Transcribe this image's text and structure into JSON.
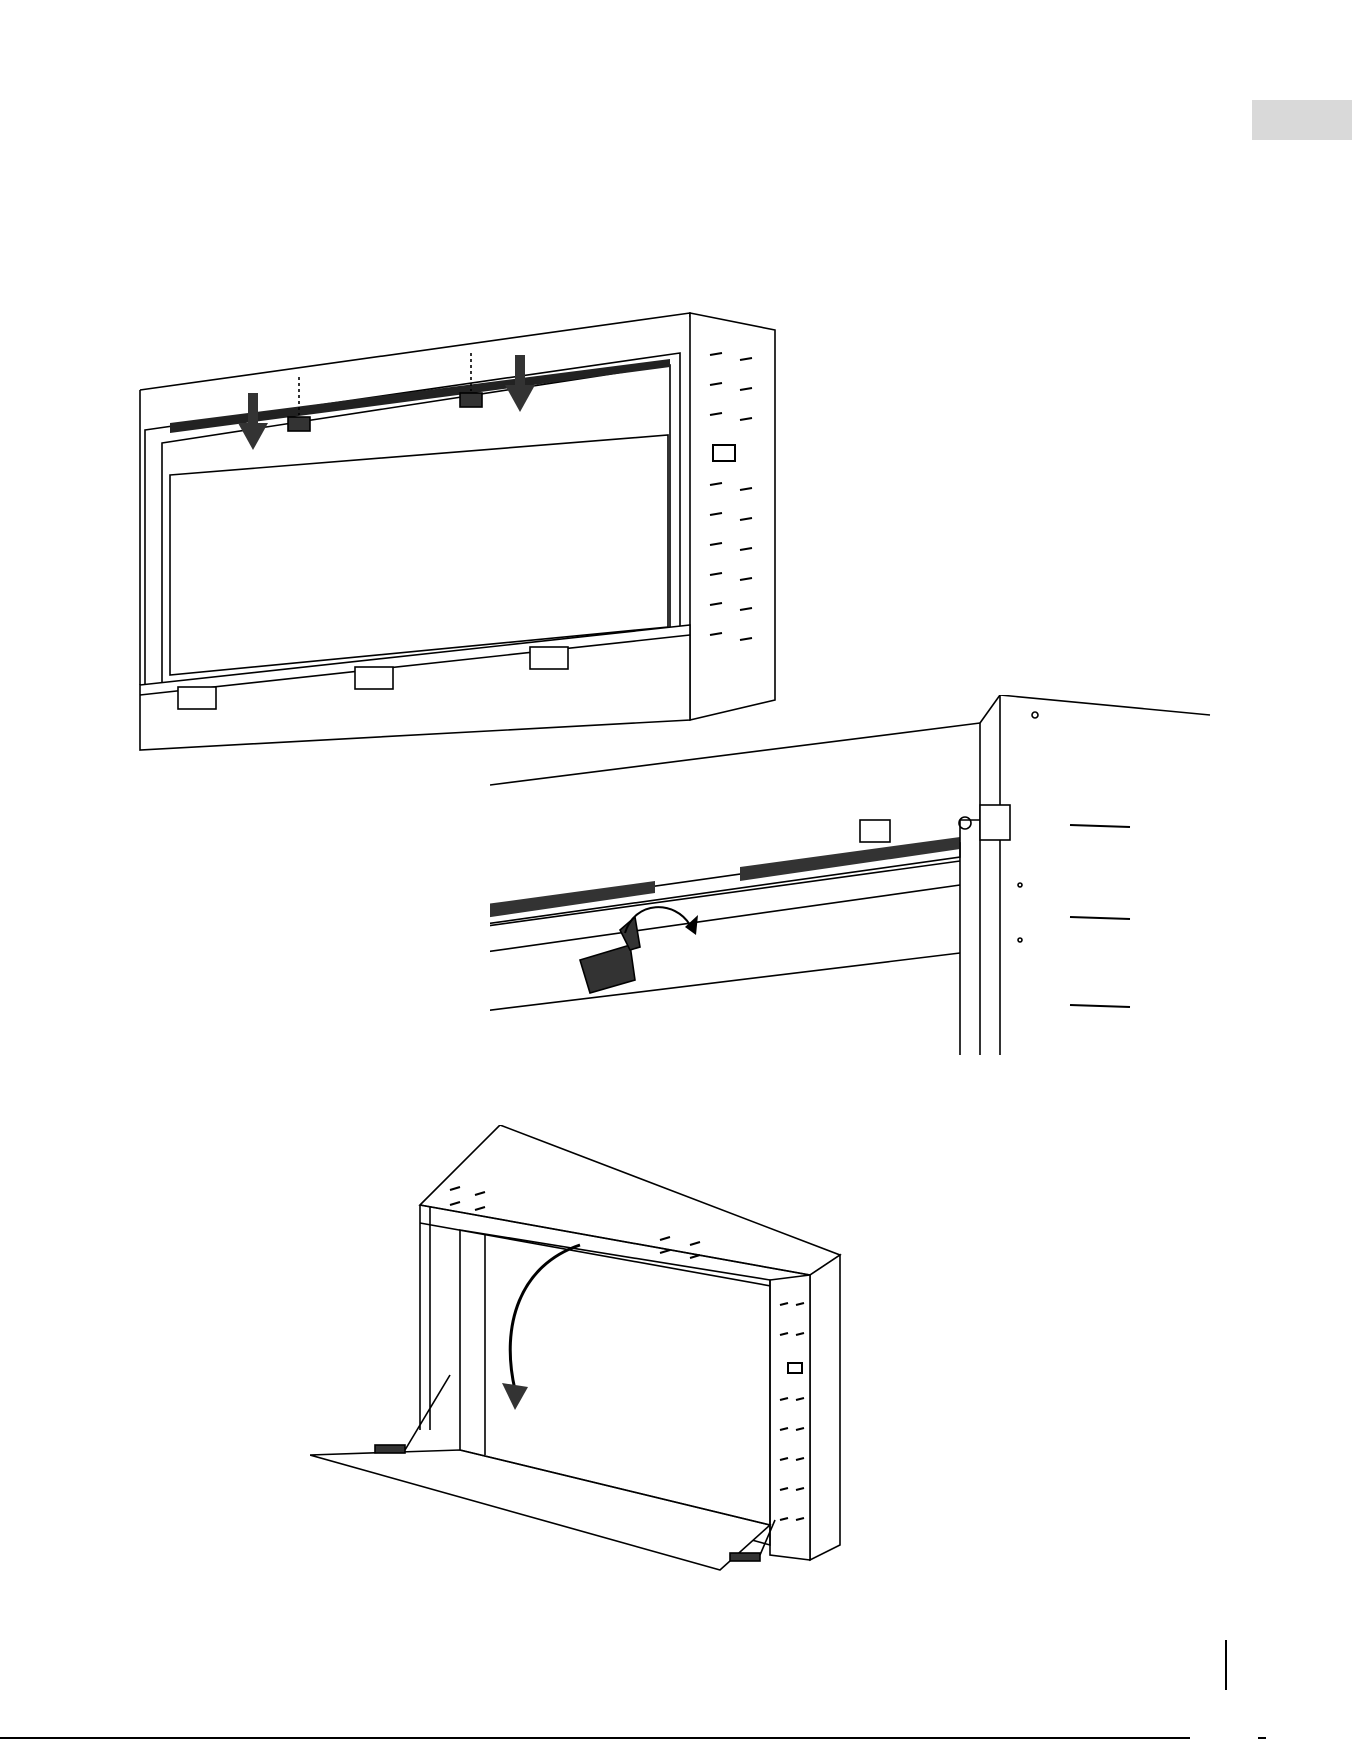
{
  "page": {
    "language_tab_color": "#d9d9d9"
  },
  "figures": [
    {
      "id": "fig1",
      "icon": "fireplace-front-with-down-arrows"
    },
    {
      "id": "fig2",
      "icon": "fireplace-closeup-clip-rotate"
    },
    {
      "id": "fig3",
      "icon": "fireplace-front-panel-open"
    }
  ]
}
